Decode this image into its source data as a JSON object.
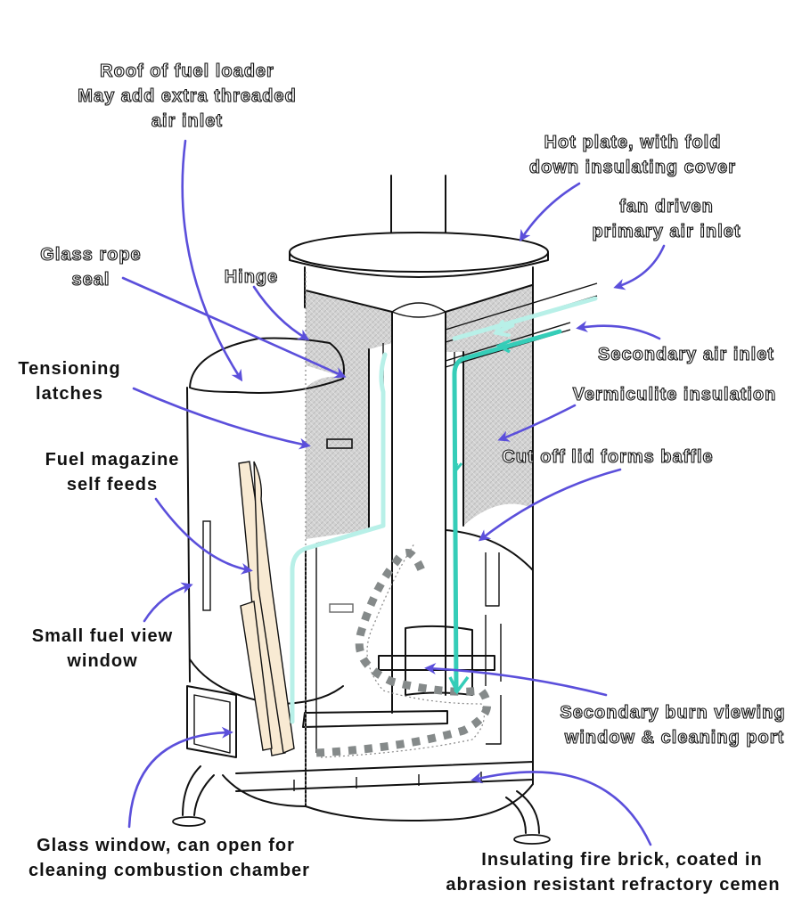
{
  "diagram": {
    "subject": "Self-feeding wood stove with fuel magazine, secondary burn and insulated hot plate",
    "colors": {
      "arrow": "#5b4fdb",
      "primary_air_flow": "#b8f0e8",
      "secondary_air_flow": "#35cdb8",
      "smoke_path": "#858a8a",
      "insulation": "#d0d0d0",
      "fuel": "#f8ead3"
    },
    "labels": {
      "roof_of_fuel_loader": [
        "Roof of fuel loader",
        "May add extra threaded",
        "air inlet"
      ],
      "hot_plate": [
        "Hot plate, with fold",
        "down insulating cover"
      ],
      "fan_primary_air": [
        "fan driven",
        "primary air inlet"
      ],
      "glass_rope_seal": [
        "Glass rope",
        "seal"
      ],
      "hinge": [
        "Hinge"
      ],
      "tensioning_latches": [
        "Tensioning",
        "latches"
      ],
      "secondary_air_inlet": [
        "Secondary air inlet"
      ],
      "vermiculite_insulation": [
        "Vermiculite insulation"
      ],
      "cut_off_lid_baffle": [
        "Cut off lid forms baffle"
      ],
      "fuel_magazine": [
        "Fuel magazine",
        "self feeds"
      ],
      "small_fuel_view_window": [
        "Small fuel view",
        "window"
      ],
      "secondary_burn_window": [
        "Secondary burn viewing",
        "window & cleaning port"
      ],
      "glass_window": [
        "Glass window, can open for",
        "cleaning combustion chamber"
      ],
      "insulating_fire_brick": [
        "Insulating fire brick, coated in",
        "abrasion resistant refractory cemen"
      ]
    }
  }
}
